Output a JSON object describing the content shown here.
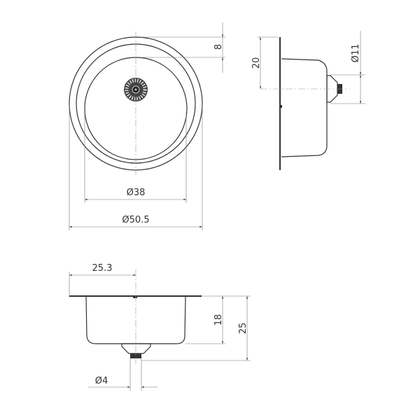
{
  "drawing": {
    "top_view": {
      "dim_rim": "8",
      "dim_inner_diameter": "Ø38",
      "dim_outer_diameter": "Ø50.5"
    },
    "side_view": {
      "dim_center_offset": "20",
      "dim_drain_diameter": "Ø11"
    },
    "front_view": {
      "dim_center_x": "25.3",
      "dim_bowl_depth": "18",
      "dim_total_depth": "25",
      "dim_pipe_diameter": "Ø4"
    },
    "colors": {
      "line": "#333333",
      "background": "#ffffff"
    }
  }
}
